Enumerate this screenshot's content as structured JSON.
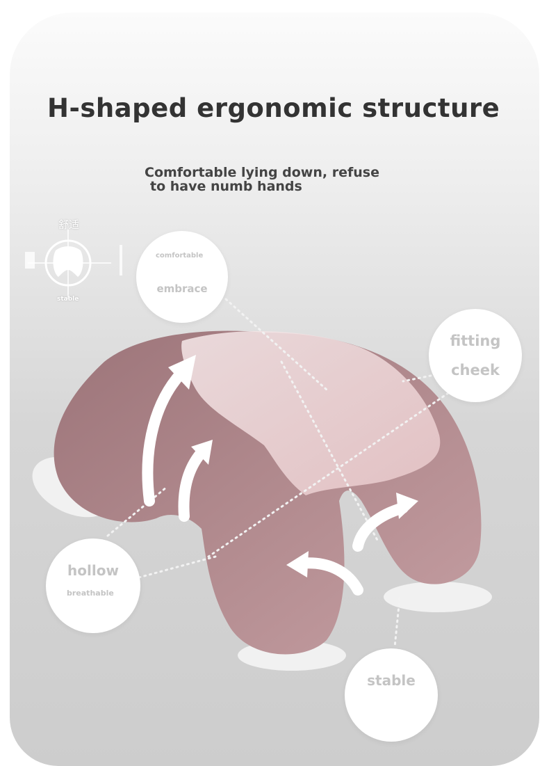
{
  "title": "H-shaped ergonomic structure",
  "subtitle": {
    "line1": "Comfortable lying down, refuse",
    "line2": "to have numb hands"
  },
  "icon": {
    "label_top": "舒适",
    "label_bottom": "stable"
  },
  "bubbles": {
    "embrace": {
      "small": "comfortable",
      "large": "embrace"
    },
    "fitting": {
      "line1": "fitting",
      "line2": "cheek"
    },
    "hollow": {
      "large": "hollow",
      "small": "breathable"
    },
    "stable": {
      "large": "stable"
    }
  },
  "colors": {
    "pillow_main": "#a67f84",
    "pillow_light": "#d8b5b7",
    "title": "#333333",
    "bubble_text": "#c4c4c4"
  }
}
